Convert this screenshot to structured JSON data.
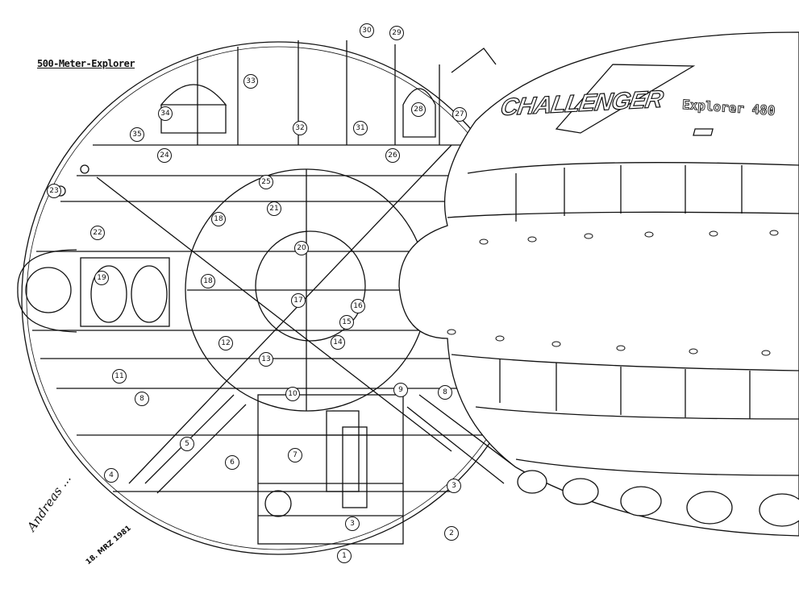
{
  "title": "500-Meter-Explorer",
  "ship_name": "CHALLENGER",
  "ship_model": "Explorer 480",
  "signature": "Andreas ...",
  "date": "18. MRZ 1981",
  "callouts": [
    "1",
    "2",
    "3",
    "3",
    "4",
    "5",
    "6",
    "7",
    "8",
    "8",
    "9",
    "10",
    "11",
    "12",
    "13",
    "14",
    "15",
    "16",
    "17",
    "18",
    "18",
    "19",
    "20",
    "21",
    "22",
    "23",
    "24",
    "25",
    "26",
    "27",
    "28",
    "29",
    "30",
    "31",
    "32",
    "33",
    "34",
    "35"
  ]
}
